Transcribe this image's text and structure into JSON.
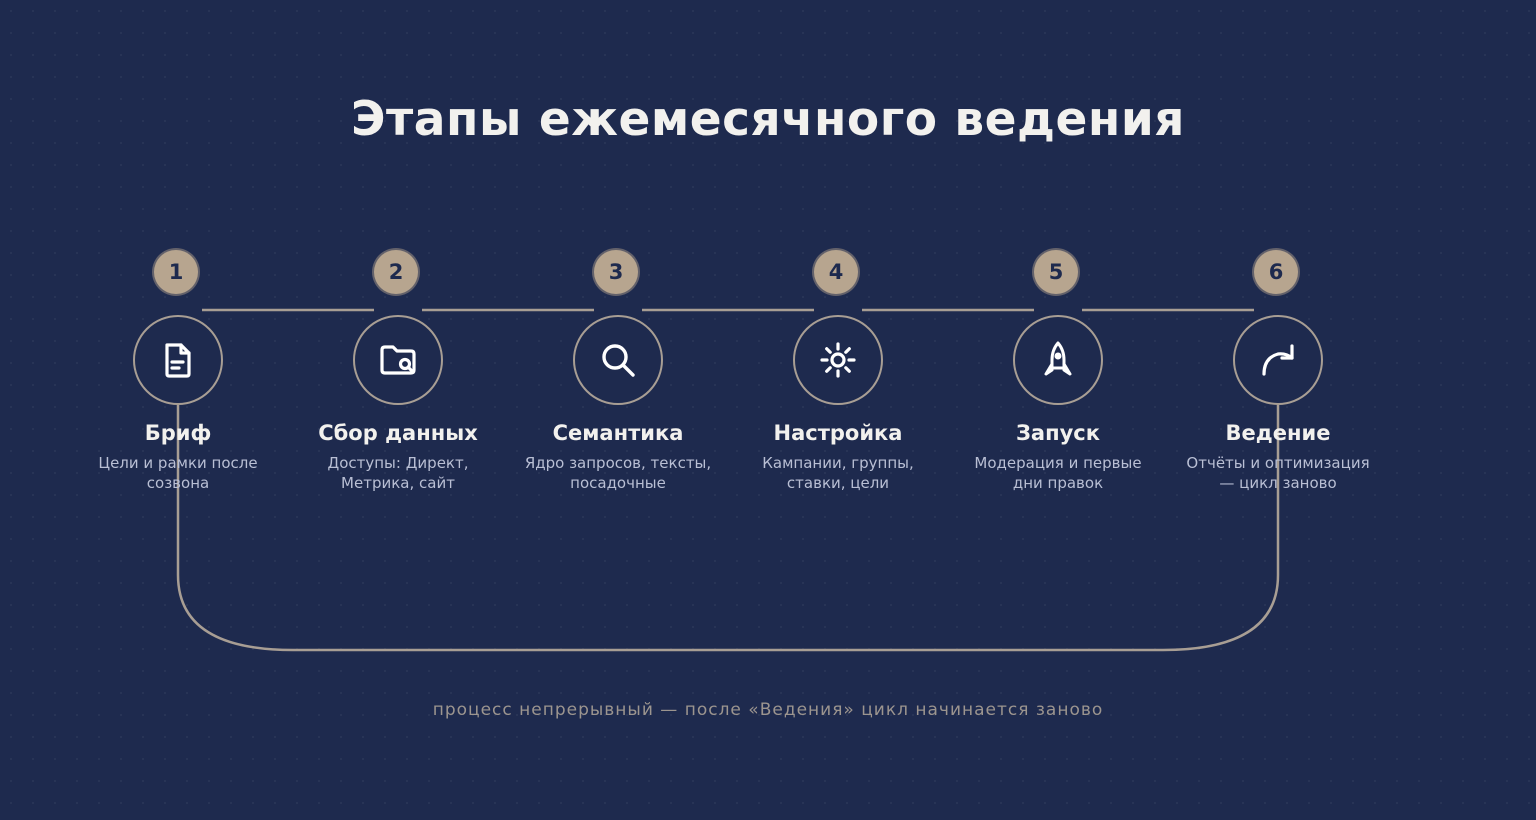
{
  "title": "Этапы ежемесячного ведения",
  "accent_color": "#b7a58f",
  "background_color": "#1e2a4e",
  "steps": [
    {
      "number": "1",
      "icon": "document-icon",
      "title": "Бриф",
      "desc_line1": "Цели и рамки после",
      "desc_line2": "созвона"
    },
    {
      "number": "2",
      "icon": "folder-search-icon",
      "title": "Сбор данных",
      "desc_line1": "Доступы: Директ,",
      "desc_line2": "Метрика, сайт"
    },
    {
      "number": "3",
      "icon": "search-icon",
      "title": "Семантика",
      "desc_line1": "Ядро запросов, тексты,",
      "desc_line2": "посадочные"
    },
    {
      "number": "4",
      "icon": "gear-icon",
      "title": "Настройка",
      "desc_line1": "Кампании, группы,",
      "desc_line2": "ставки, цели"
    },
    {
      "number": "5",
      "icon": "rocket-icon",
      "title": "Запуск",
      "desc_line1": "Модерация и первые",
      "desc_line2": "дни правок"
    },
    {
      "number": "6",
      "icon": "cycle-arrow-icon",
      "title": "Ведение",
      "desc_line1": "Отчёты и оптимизация",
      "desc_line2": "— цикл заново"
    }
  ],
  "footer_note": "процесс непрерывный — после «Ведения» цикл начинается заново"
}
